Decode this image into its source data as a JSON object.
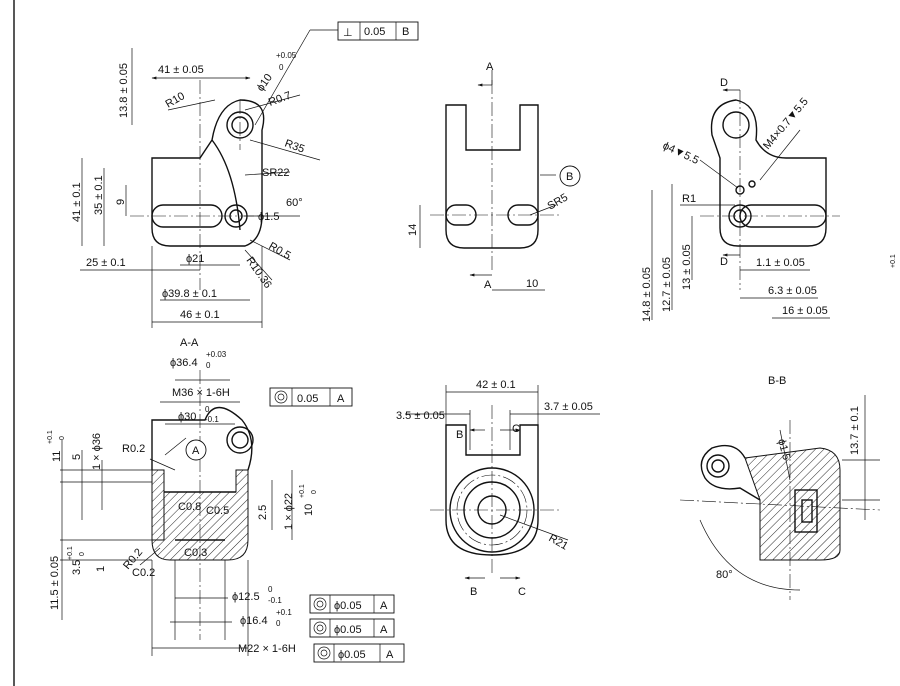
{
  "views": {
    "view_a_label": "A-A",
    "view_b_label": "B-B",
    "section_marks": [
      "A",
      "A",
      "B",
      "B",
      "C",
      "C",
      "D",
      "D"
    ]
  },
  "tolerance_frames": {
    "perp": {
      "symbol": "⊥",
      "value": "0.05",
      "datum": "B"
    },
    "conc_1": {
      "value": "0.05",
      "datum": "A"
    },
    "pos_1": {
      "value": "ϕ0.05",
      "datum": "A"
    },
    "pos_2": {
      "value": "ϕ0.05",
      "datum": "A"
    },
    "pos_3": {
      "value": "ϕ0.05",
      "datum": "A"
    }
  },
  "datum_circles": {
    "datum_a": "A",
    "datum_b": "B"
  },
  "front_view": {
    "d41": "41 ± 0.05",
    "d13_8": "13.8 ± 0.05",
    "phi10": "ϕ10",
    "phi10_tol": "+0.05",
    "phi10_tol2": "0",
    "r10": "R10",
    "r0_7": "R0.7",
    "r35": "R35",
    "sr22": "SR22",
    "a60": "60°",
    "phi1_5": "ϕ1.5",
    "r0_5": "R0.5",
    "r10_36": "R10.36",
    "d41_1": "41 ± 0.1",
    "d35_1": "35 ± 0.1",
    "d9": "9",
    "d25": "25 ± 0.1",
    "phi21": "ϕ21",
    "phi39_8": "ϕ39.8 ± 0.1",
    "d46": "46 ± 0.1"
  },
  "side_view": {
    "d14": "14",
    "d10": "10",
    "sr5": "SR5"
  },
  "right_view": {
    "phi4": "ϕ4▼5.5",
    "m4": "M4×0.7▼5.5",
    "r1": "R1",
    "d14_8": "14.8 ± 0.05",
    "d12_7": "12.7 ± 0.05",
    "d13": "13 ± 0.05",
    "d1_1": "1.1 ± 0.05",
    "d6_3": "6.3 ± 0.05",
    "d16": "16 ± 0.05",
    "edge_tol": "+0.1"
  },
  "section_aa": {
    "phi36_4": "ϕ36.4",
    "phi36_4_tol": "+0.03",
    "phi36_4_tol2": "0",
    "m36": "M36 × 1-6H",
    "phi30": "ϕ30",
    "phi30_tol": "0",
    "phi30_tol2": "-0.1",
    "r0_2a": "R0.2",
    "r0_2b": "R0.2",
    "c0_8": "C0.8",
    "c0_5": "C0.5",
    "c0_3": "C0.3",
    "c0_2": "C0.2",
    "d11": "11",
    "d11_tol": "+0.1",
    "d11_tol2": "0",
    "d5": "5",
    "x36": "1 × ϕ36",
    "d2_5": "2.5",
    "x22": "1 × ϕ22",
    "d10": "10",
    "d10_tol": "+0.1",
    "d10_tol2": "0",
    "d11_5": "11.5 ± 0.05",
    "d3_5": "3.5",
    "d3_5_tol": "+0.1",
    "d3_5_tol2": "0",
    "d1": "1",
    "phi12_5": "ϕ12.5",
    "phi12_5_tol": "0",
    "phi12_5_tol2": "-0.1",
    "phi16_4": "ϕ16.4",
    "phi16_4_tol": "+0.1",
    "phi16_4_tol2": "0",
    "m22": "M22 × 1-6H"
  },
  "bottom_view": {
    "d42": "42 ± 0.1",
    "d3_5": "3.5 ± 0.05",
    "d3_7": "3.7 ± 0.05",
    "r21": "R21"
  },
  "section_bb": {
    "phi1_5": "ϕ1.5",
    "d13_7": "13.7 ± 0.1",
    "a80": "80°"
  }
}
